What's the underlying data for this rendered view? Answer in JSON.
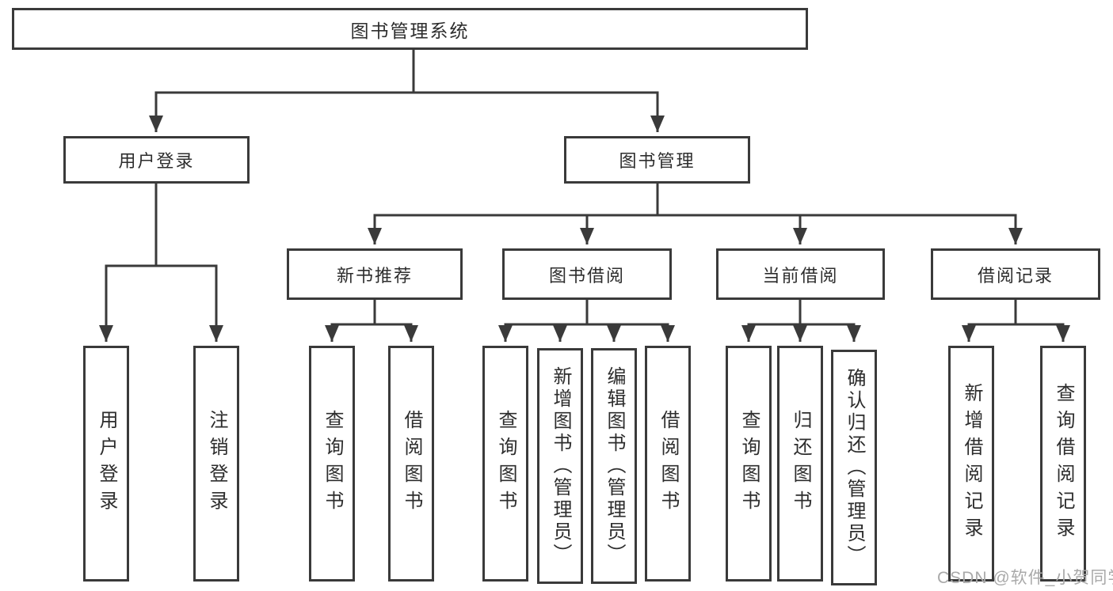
{
  "diagram": {
    "title": "图书管理系统",
    "type": "hierarchy-tree",
    "colors": {
      "line": "#3a3a3a",
      "box_border": "#3a3a3a",
      "box_background": "#ffffff",
      "text": "#2d2d2d",
      "watermark": "#a9a9a9"
    },
    "nodes": {
      "root": "图书管理系统",
      "user_login": "用户登录",
      "book_mgmt": "图书管理",
      "new_book_rec": "新书推荐",
      "book_borrow": "图书借阅",
      "current_borrow": "当前借阅",
      "borrow_record": "借阅记录",
      "leaf_user_login": "用户登录",
      "leaf_logout": "注销登录",
      "leaf_rec_query": "查询图书",
      "leaf_rec_borrow": "借阅图书",
      "leaf_bb_query": "查询图书",
      "leaf_bb_add": "新增图书（管理员）",
      "leaf_bb_edit": "编辑图书（管理员）",
      "leaf_bb_borrow": "借阅图书",
      "leaf_cb_query": "查询图书",
      "leaf_cb_return": "归还图书",
      "leaf_cb_confirm": "确认归还（管理员）",
      "leaf_br_add": "新增借阅记录",
      "leaf_br_query": "查询借阅记录"
    },
    "hierarchy": {
      "root": [
        "user_login",
        "book_mgmt"
      ],
      "user_login": [
        "leaf_user_login",
        "leaf_logout"
      ],
      "book_mgmt": [
        "new_book_rec",
        "book_borrow",
        "current_borrow",
        "borrow_record"
      ],
      "new_book_rec": [
        "leaf_rec_query",
        "leaf_rec_borrow"
      ],
      "book_borrow": [
        "leaf_bb_query",
        "leaf_bb_add",
        "leaf_bb_edit",
        "leaf_bb_borrow"
      ],
      "current_borrow": [
        "leaf_cb_query",
        "leaf_cb_return",
        "leaf_cb_confirm"
      ],
      "borrow_record": [
        "leaf_br_add",
        "leaf_br_query"
      ]
    },
    "watermark": "CSDN @软件_小贺同学"
  }
}
